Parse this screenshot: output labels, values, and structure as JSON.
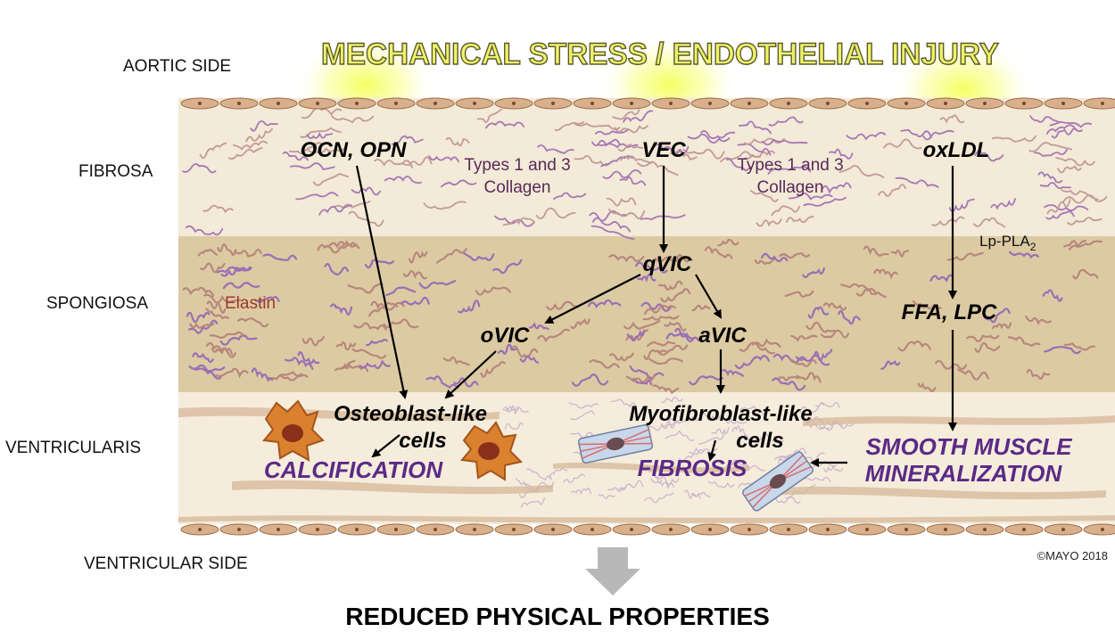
{
  "header": {
    "banner": "MECHANICAL STRESS / ENDOTHELIAL INJURY"
  },
  "side_labels": {
    "aortic": "AORTIC SIDE",
    "fibrosa": "FIBROSA",
    "spongiosa": "SPONGIOSA",
    "ventricularis": "VENTRICULARIS",
    "ventricular": "VENTRICULAR SIDE"
  },
  "nodes": {
    "ocn_opn": "OCN, OPN",
    "vec": "VEC",
    "oxldl": "oxLDL",
    "qvic": "qVIC",
    "ovic": "oVIC",
    "avic": "aVIC",
    "ffa_lpc": "FFA, LPC",
    "osteoblast_l1": "Osteoblast-like",
    "osteoblast_l2": "cells",
    "myofibroblast_l1": "Myofibroblast-like",
    "myofibroblast_l2": "cells"
  },
  "tissue_labels": {
    "collagen_left_l1": "Types 1 and 3",
    "collagen_left_l2": "Collagen",
    "collagen_right_l1": "Types 1 and 3",
    "collagen_right_l2": "Collagen",
    "elastin": "Elastin",
    "lppla2": "Lp-PLA",
    "lppla2_sub": "2"
  },
  "outcomes": {
    "calcification": "CALCIFICATION",
    "fibrosis": "FIBROSIS",
    "smooth_muscle_l1": "SMOOTH MUSCLE",
    "smooth_muscle_l2": "MINERALIZATION"
  },
  "footer": {
    "credit": "©MAYO 2018",
    "result": "REDUCED PHYSICAL PROPERTIES"
  },
  "colors": {
    "fibrosa": "#f3ead7",
    "spongiosa": "#dccaa3",
    "ventricularis": "#f5ecdc",
    "endothelium": "#d9b08c",
    "outcome": "#5b2a86",
    "collagen": "#b47a7a",
    "elastin_label": "#9a3a2a",
    "arrow": "#000000",
    "glow": "#f6ff7a"
  }
}
